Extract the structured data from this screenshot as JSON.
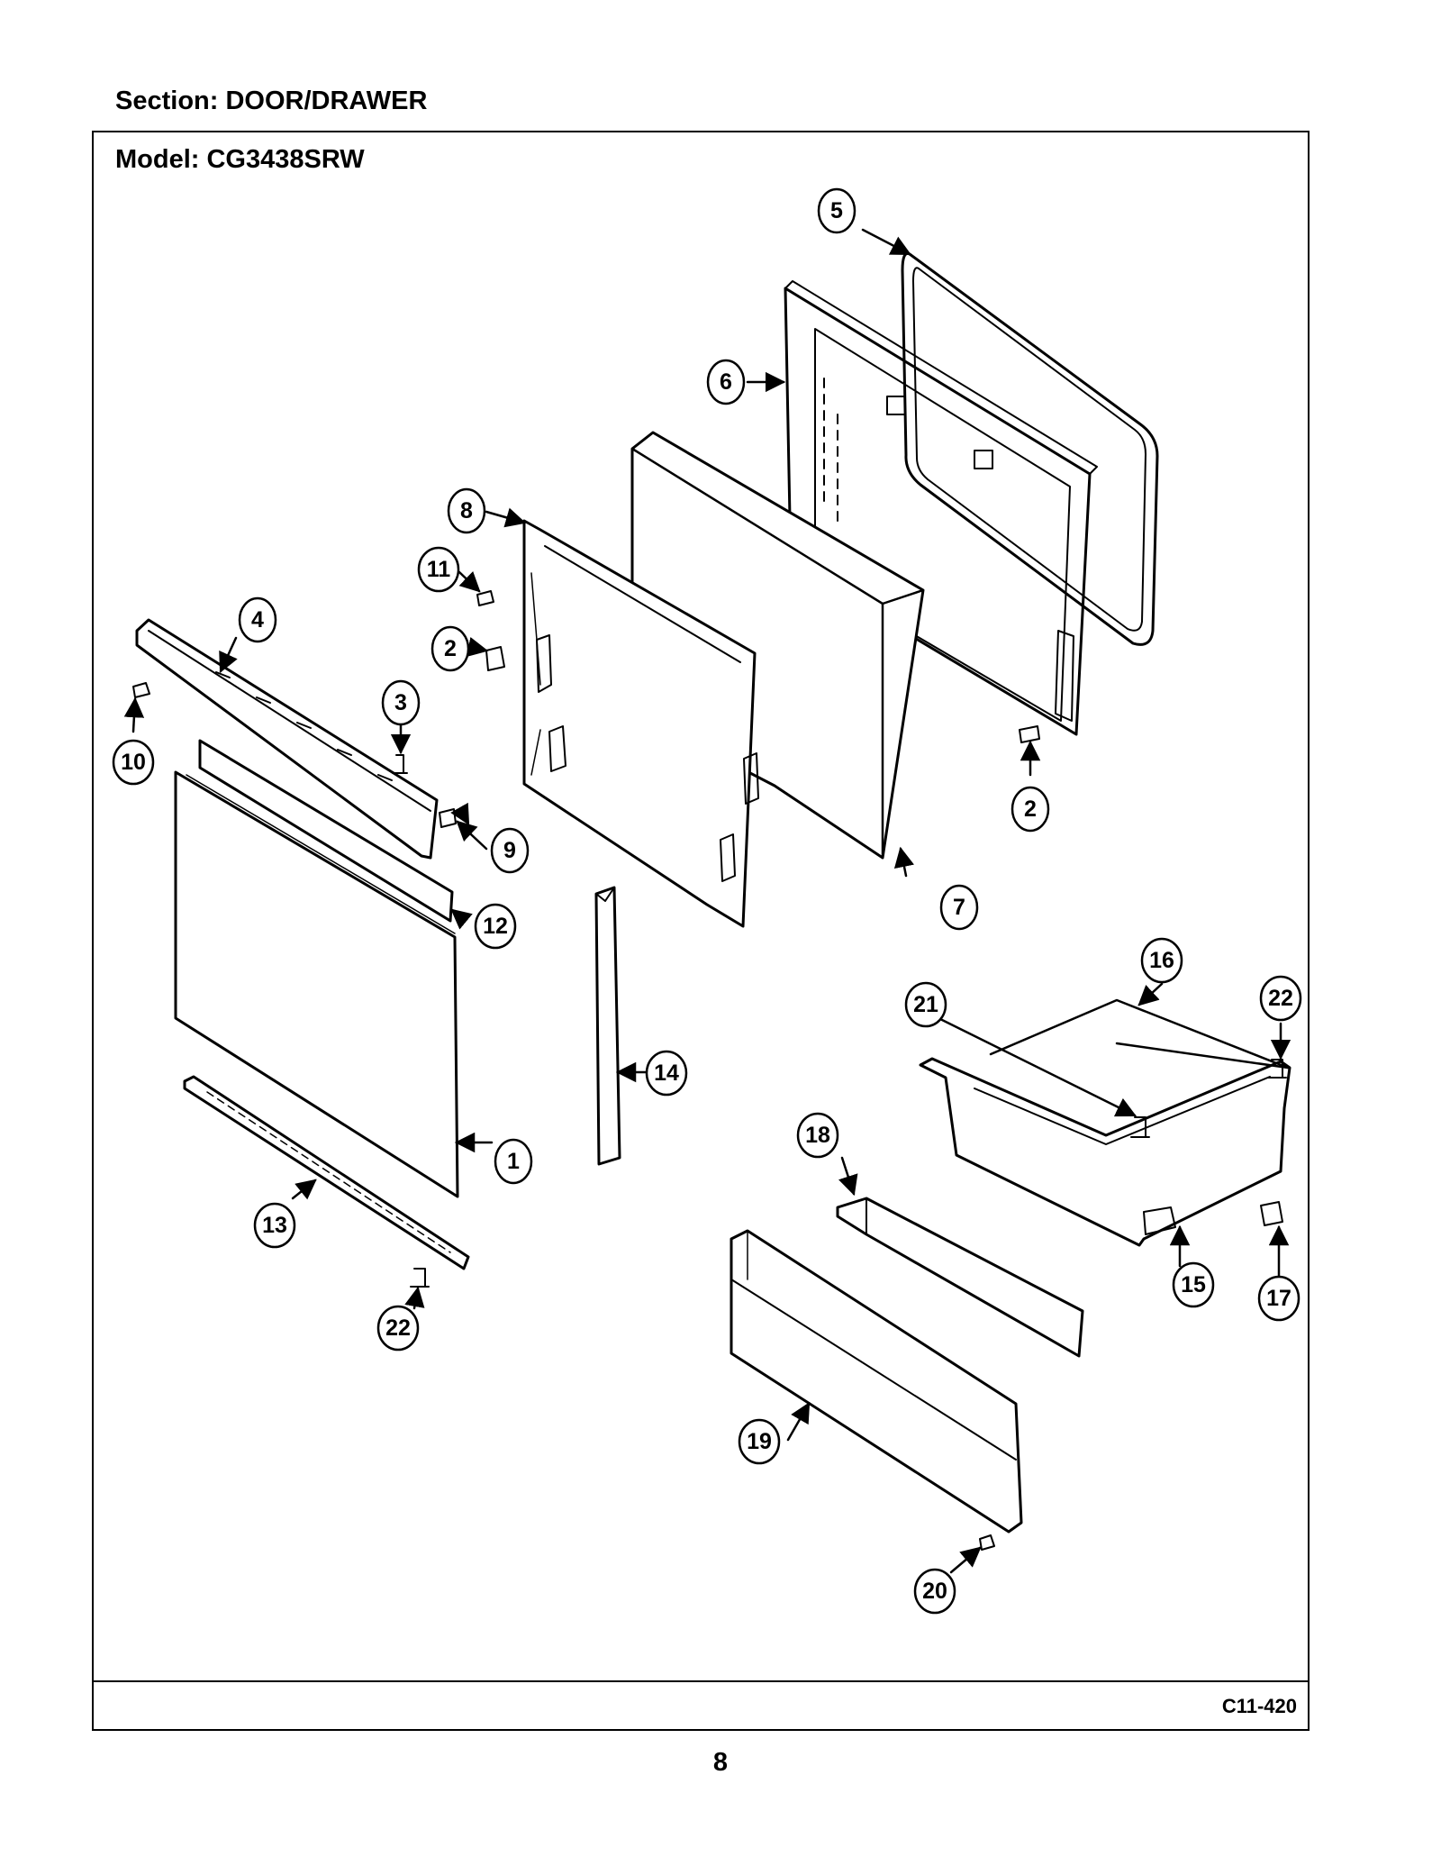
{
  "header": {
    "section": "Section:  DOOR/DRAWER"
  },
  "diagram": {
    "model": "Model:  CG3438SRW",
    "figure_code": "C11-420"
  },
  "footer": {
    "page_number": "8"
  },
  "callouts": [
    "1",
    "2",
    "2",
    "3",
    "4",
    "5",
    "6",
    "7",
    "8",
    "9",
    "10",
    "11",
    "12",
    "13",
    "14",
    "15",
    "16",
    "17",
    "18",
    "19",
    "20",
    "21",
    "22",
    "22"
  ]
}
